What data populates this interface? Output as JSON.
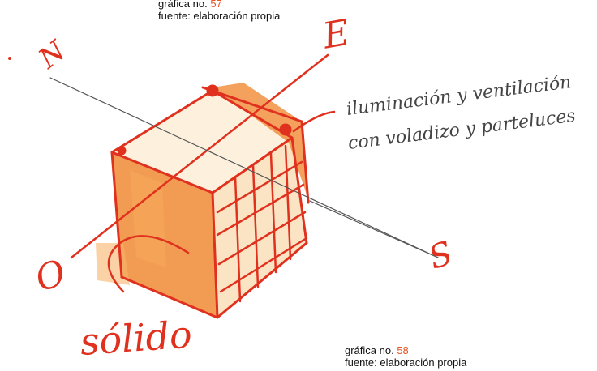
{
  "captions": {
    "top": {
      "label": "gráfica no.",
      "number": "57",
      "source": "fuente: elaboración propia"
    },
    "bottom": {
      "label": "gráfica no.",
      "number": "58",
      "source": "fuente: elaboración propia"
    }
  },
  "sketch": {
    "compass": {
      "north": "N",
      "east": "E",
      "south": "S",
      "west": "O"
    },
    "annotation_line1": "iluminación y ventilación",
    "annotation_line2": "con voladizo y parteluces",
    "solid_label": "sólido",
    "colors": {
      "ink_red": "#e0301e",
      "ink_dark": "#444444",
      "wash_orange": "#f28a2e",
      "wash_light": "#f7c48a",
      "caption_accent": "#e8531f"
    }
  }
}
